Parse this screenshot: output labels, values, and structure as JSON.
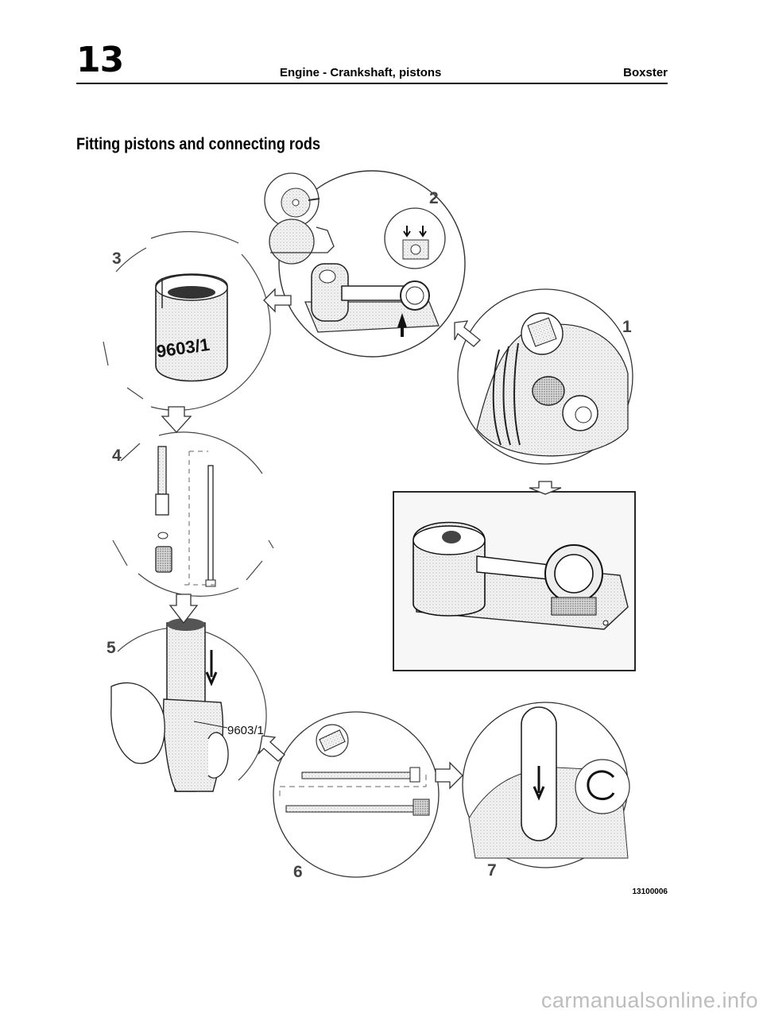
{
  "header": {
    "section_number": "13",
    "title": "Engine - Crankshaft, pistons",
    "model": "Boxster"
  },
  "section_title": "Fitting pistons and connecting rods",
  "figure": {
    "callouts": [
      "1",
      "2",
      "3",
      "4",
      "5",
      "6",
      "7"
    ],
    "tool_label_sleeve": "9603/1",
    "tool_label_drift": "9603/1",
    "figure_number": "13100006"
  },
  "watermark": "carmanualsonline.info"
}
